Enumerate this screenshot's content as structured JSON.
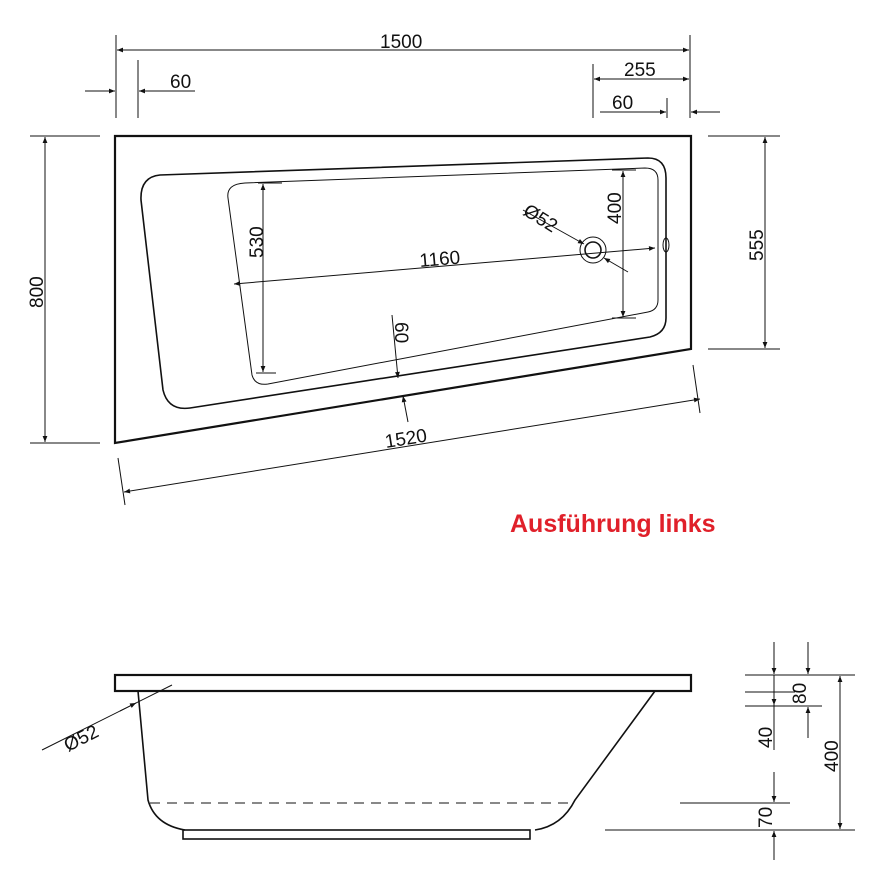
{
  "title": "Ausführung links",
  "colors": {
    "title": "#e0202a",
    "lines": "#111111"
  },
  "top_view": {
    "length": "1500",
    "rim_left": "60",
    "rim_right_offset": "255",
    "rim_right": "60",
    "width": "800",
    "short_side": "555",
    "diagonal_side": "1520",
    "basin_width": "530",
    "basin_length": "1160",
    "basin_short": "400",
    "drain": "Ø52",
    "rim_front": "60"
  },
  "side_view": {
    "overflow": "Ø52",
    "rim_height": "80",
    "overflow_offset": "40",
    "total_height": "400",
    "base_height": "70"
  }
}
